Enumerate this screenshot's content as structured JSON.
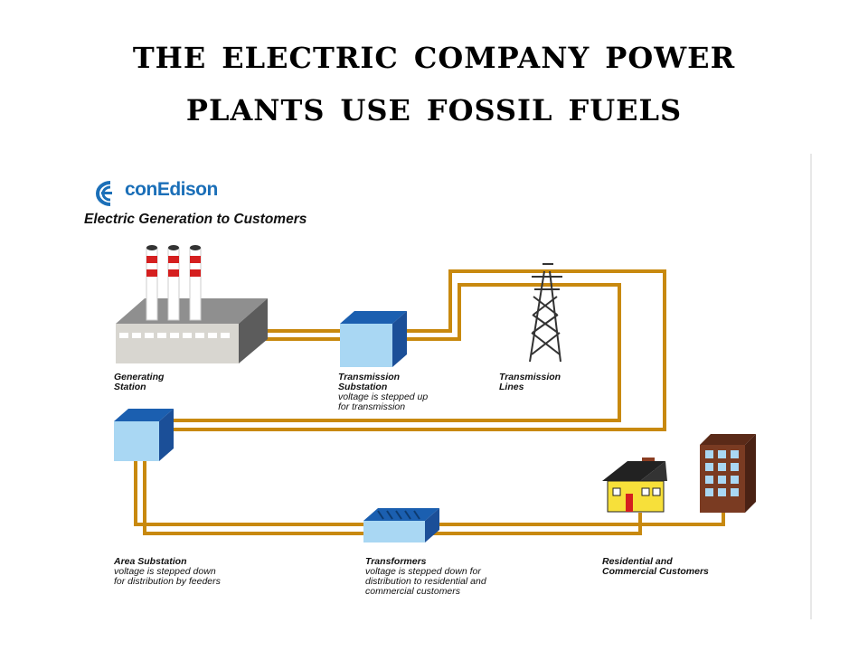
{
  "slide": {
    "title_line1": "The Electric Company Power",
    "title_line2": "plants use fossil fuels"
  },
  "diagram": {
    "brand": "conEdison",
    "subtitle": "Electric Generation to Customers",
    "labels": {
      "generating_station": {
        "title1": "Generating",
        "title2": "Station"
      },
      "transmission_substation": {
        "title1": "Transmission",
        "title2": "Substation",
        "note1": "voltage is stepped up",
        "note2": "for transmission"
      },
      "transmission_lines": {
        "title1": "Transmission",
        "title2": "Lines"
      },
      "area_substation": {
        "title1": "Area Substation",
        "note1": "voltage is stepped down",
        "note2": "for distribution by feeders"
      },
      "transformers": {
        "title1": "Transformers",
        "note1": "voltage is stepped down for",
        "note2": "distribution to residential and",
        "note3": "commercial customers"
      },
      "customers": {
        "title1": "Residential and",
        "title2": "Commercial Customers"
      }
    },
    "colors": {
      "wire": "#c8890f",
      "substation_light": "#a9d7f3",
      "substation_dark": "#1b5fb0",
      "brand_blue": "#1b6fb8",
      "house_yellow": "#f7e03a",
      "building_brown": "#7a3b22"
    }
  }
}
